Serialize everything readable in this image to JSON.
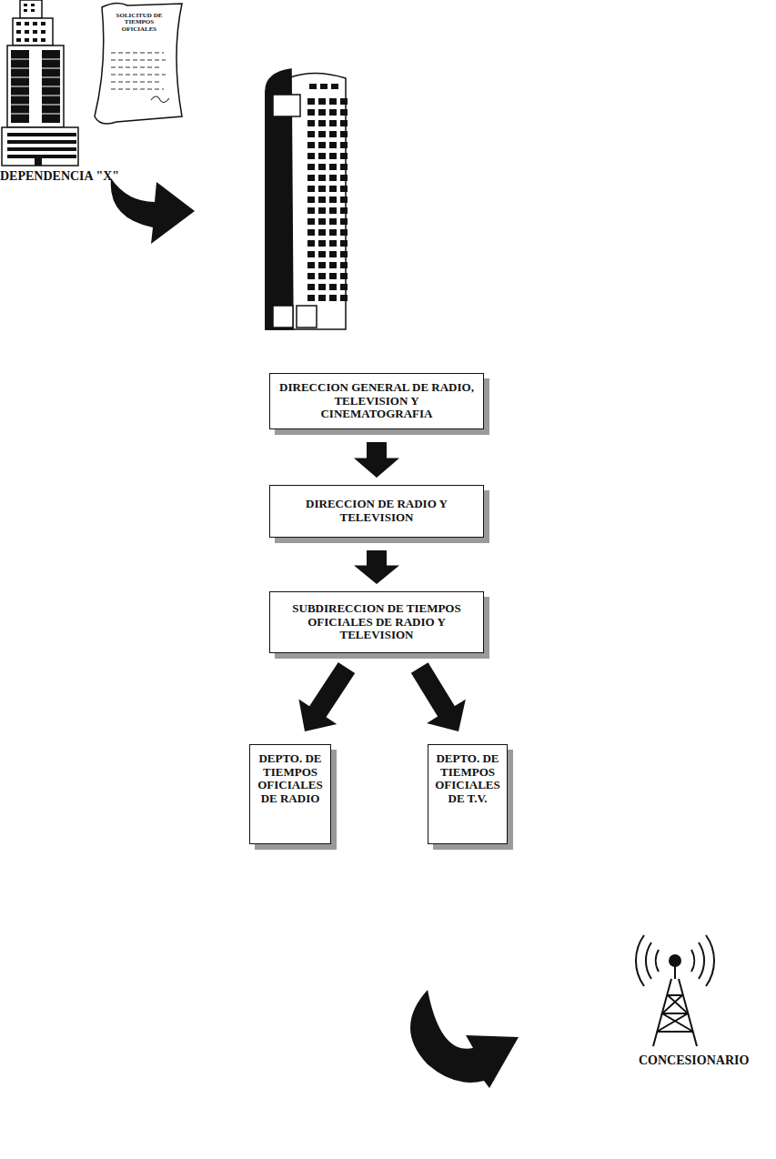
{
  "diagram": {
    "nodes": [
      {
        "text": [
          "DIRECCION GENERAL DE RADIO, TELEVISION Y CINEMATOGRAFIA"
        ]
      },
      {
        "text": [
          "DIRECCION DE RADIO Y TELEVISION"
        ]
      },
      {
        "text": [
          "SUBDIRECCION DE TIEMPOS OFICIALES DE RADIO Y TELEVISION"
        ]
      },
      {
        "text": [
          "DEPTO. DE TIEMPOS OFICIALES DE RADIO"
        ]
      },
      {
        "text": [
          "DEPTO. DE TIEMPOS OFICIALES DE T.V."
        ]
      }
    ],
    "edges": [
      {
        "from": 0,
        "to": 1,
        "arrow": "to"
      },
      {
        "from": 1,
        "to": 2,
        "arrow": "to"
      },
      {
        "from": 2,
        "to": 3,
        "arrow": "to"
      },
      {
        "from": 2,
        "to": 4,
        "arrow": "to"
      }
    ],
    "labels": [
      "SOLICITUD DE TIEMPOS OFICIALES",
      "DEPENDENCIA \"X\"",
      "CONCESIONARIO"
    ]
  }
}
